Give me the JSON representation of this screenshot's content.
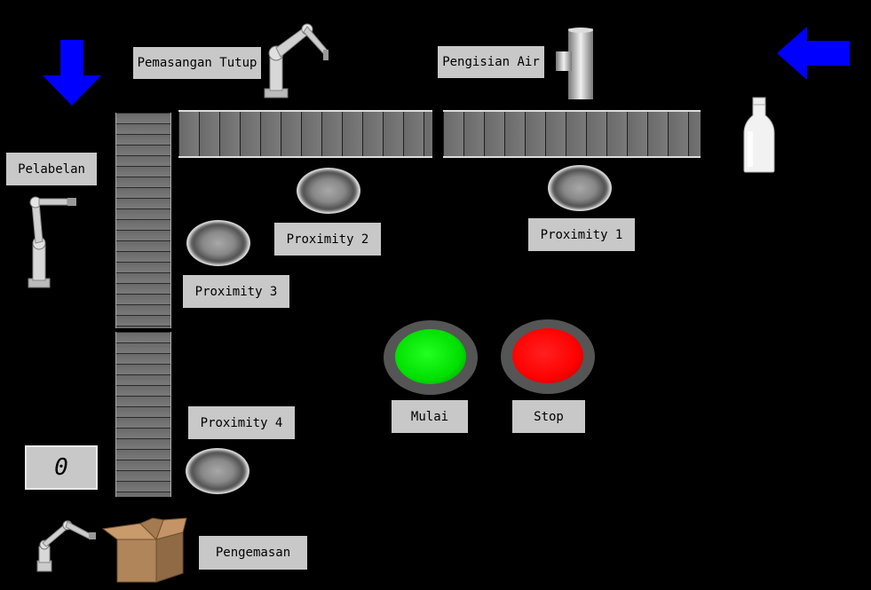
{
  "labels": {
    "pemasangan_tutup": "Pemasangan Tutup",
    "pengisian_air": "Pengisian Air",
    "pelabelan": "Pelabelan",
    "proximity_1": "Proximity 1",
    "proximity_2": "Proximity 2",
    "proximity_3": "Proximity 3",
    "proximity_4": "Proximity 4",
    "pengemasan": "Pengemasan"
  },
  "buttons": {
    "mulai": "Mulai",
    "stop": "Stop"
  },
  "counter": {
    "value": "0"
  },
  "colors": {
    "background": "#000000",
    "arrow": "#0000ff",
    "start_button": "#00e000",
    "stop_button": "#ff0000",
    "label_bg": "#c8c8c8"
  },
  "icons": {
    "arrow_down": "arrow-down-icon",
    "arrow_left": "arrow-left-icon",
    "robot_arm": "robot-arm-icon",
    "filling_valve": "filling-valve-icon",
    "bottle": "milk-bottle-icon",
    "box": "cardboard-box-icon"
  }
}
